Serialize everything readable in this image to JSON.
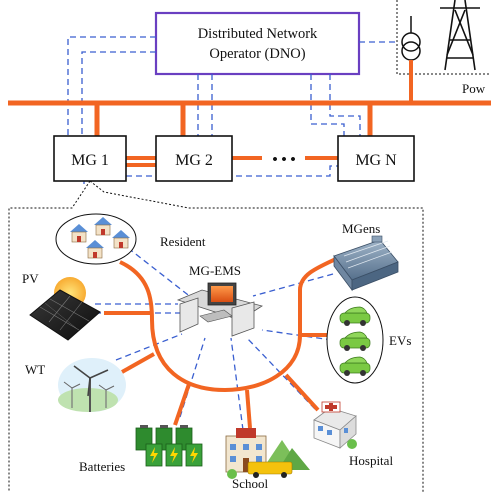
{
  "colors": {
    "power_line": "#f26522",
    "comm_line": "#3a5fd0",
    "dno_border": "#6a3fc1",
    "node_border": "#111111",
    "background": "#ffffff"
  },
  "dno": {
    "line1": "Distributed Network",
    "line2": "Operator (DNO)"
  },
  "power_plant": {
    "label": "Pow",
    "icons": [
      "transformer-icon",
      "transmission-tower-icon"
    ]
  },
  "microgrids": [
    {
      "label": "MG 1"
    },
    {
      "label": "MG 2"
    },
    {
      "label": "MG N"
    }
  ],
  "ellipsis": "• • •",
  "detail": {
    "ems": {
      "label": "MG-EMS",
      "icon": "computer-workstation-icon"
    },
    "nodes": [
      {
        "id": "resident",
        "label": "Resident",
        "icon": "houses-icon"
      },
      {
        "id": "pv",
        "label": "PV",
        "icon": "solar-panel-icon"
      },
      {
        "id": "wt",
        "label": "WT",
        "icon": "wind-turbine-icon"
      },
      {
        "id": "batteries",
        "label": "Batteries",
        "icon": "battery-icon"
      },
      {
        "id": "school",
        "label": "School",
        "icon": "school-building-icon"
      },
      {
        "id": "hospital",
        "label": "Hospital",
        "icon": "hospital-building-icon"
      },
      {
        "id": "evs",
        "label": "EVs",
        "icon": "electric-car-icon"
      },
      {
        "id": "mgens",
        "label": "MGens",
        "icon": "generator-engine-icon"
      }
    ]
  }
}
